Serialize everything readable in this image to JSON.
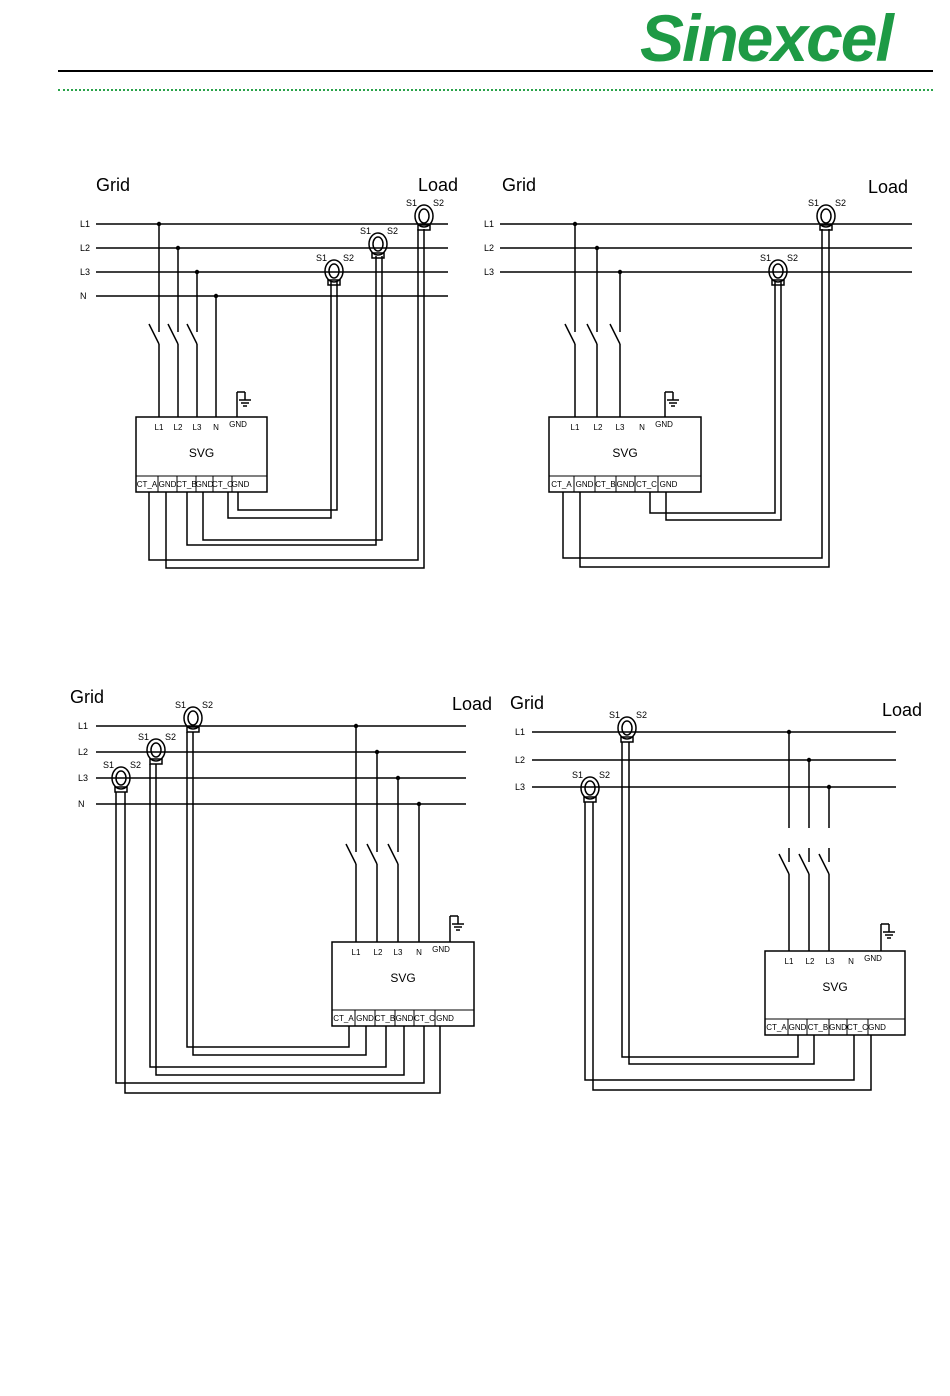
{
  "header": {
    "logo_text": "Sinexcel",
    "logo_color": "#1e9a45",
    "divider_color": "#2aa34a"
  },
  "labels": {
    "grid": "Grid",
    "load": "Load",
    "l1": "L1",
    "l2": "L2",
    "l3": "L3",
    "n": "N",
    "s1": "S1",
    "s2": "S2",
    "svg_unit": "SVG",
    "gnd": "GND",
    "ct_a": "CT_A",
    "ct_b": "CT_B",
    "ct_c": "CT_C"
  },
  "diagrams": [
    {
      "id": "d1",
      "phases": [
        "L1",
        "L2",
        "L3",
        "N"
      ],
      "ct_side": "load",
      "ct_count": 3
    },
    {
      "id": "d2",
      "phases": [
        "L1",
        "L2",
        "L3"
      ],
      "ct_side": "load",
      "ct_count": 2
    },
    {
      "id": "d3",
      "phases": [
        "L1",
        "L2",
        "L3",
        "N"
      ],
      "ct_side": "grid",
      "ct_count": 3
    },
    {
      "id": "d4",
      "phases": [
        "L1",
        "L2",
        "L3"
      ],
      "ct_side": "grid",
      "ct_count": 2
    }
  ]
}
